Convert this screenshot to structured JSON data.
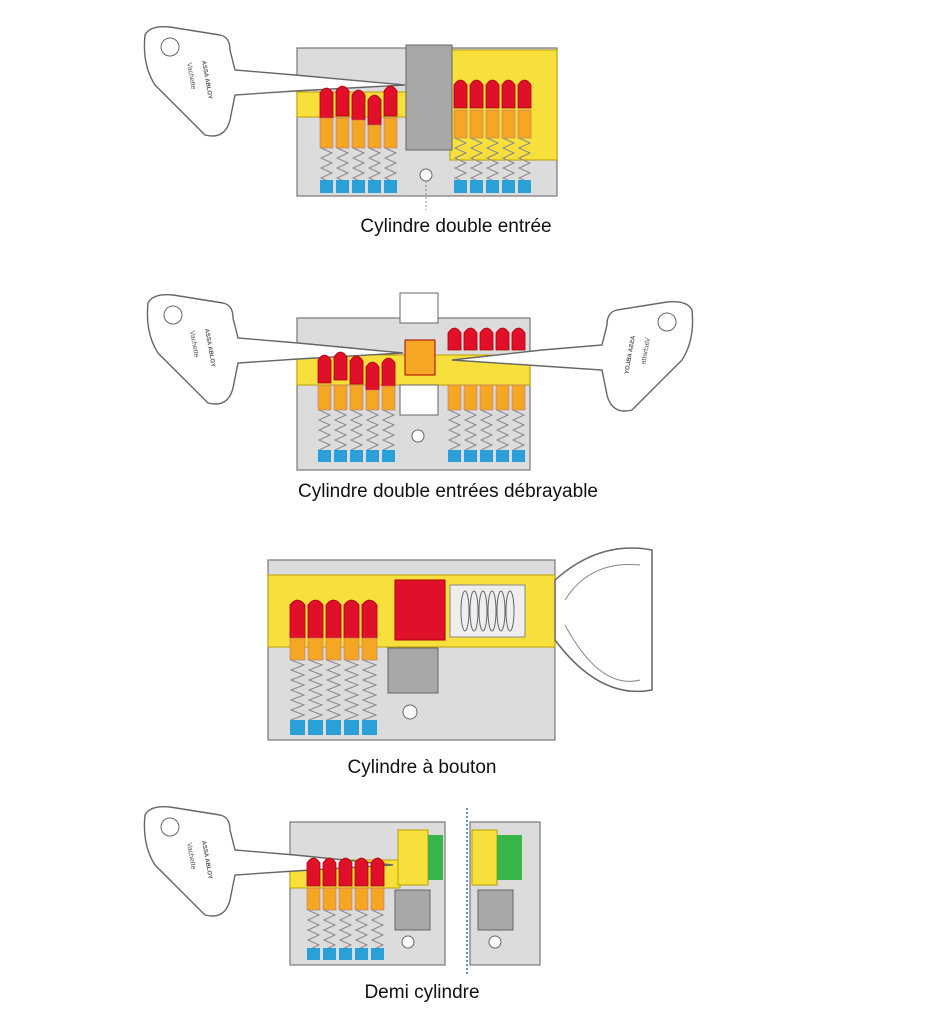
{
  "diagrams": [
    {
      "caption": "Cylindre double entrée"
    },
    {
      "caption": "Cylindre double entrées débrayable"
    },
    {
      "caption": "Cylindre à bouton"
    },
    {
      "caption": "Demi cylindre"
    }
  ],
  "key_branding": {
    "brand": "Vachette",
    "group": "ASSA ABLOY"
  },
  "colors": {
    "pin_red": "#e0102a",
    "pin_orange": "#f5a623",
    "brass": "#f7e03c",
    "spring_base": "#2aa0d8",
    "body": "#dcdcdc",
    "cam": "#a8a8a8",
    "green": "#3ab54a"
  }
}
